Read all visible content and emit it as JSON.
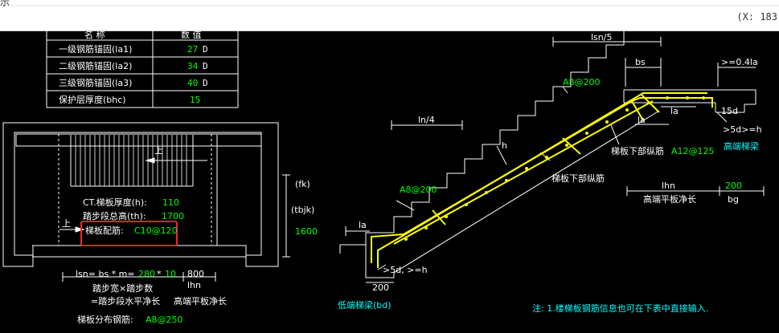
{
  "window": {
    "title_stub": "示",
    "coordinate_readout": "(X: 183"
  },
  "table": {
    "headers": [
      "名 称",
      "数 值"
    ],
    "rows": [
      {
        "name": "一级钢筋锚固(la1)",
        "value": "27",
        "unit": "D"
      },
      {
        "name": "二级钢筋锚固(la2)",
        "value": "34",
        "unit": "D"
      },
      {
        "name": "三级钢筋锚固(la3)",
        "value": "40",
        "unit": "D"
      },
      {
        "name": "保护层厚度(bhc)",
        "value": "15",
        "unit": ""
      }
    ]
  },
  "plan": {
    "up_label_1": "上",
    "up_label_2": "上",
    "thickness_label": "CT.梯板厚度(h):",
    "thickness_value": "110",
    "height_label": "踏步段总高(th):",
    "height_value": "1700",
    "rebar_label": "梯板配筋:",
    "rebar_value": "C10@120",
    "fk_label": "(fk)",
    "tbjk_label": "(tbjk)",
    "side_value": "1600",
    "lsn_formula_prefix": "lsn= bs * m=",
    "bs_value": "280",
    "times": "*",
    "m_value": "10",
    "lhn_value": "800",
    "lhn_label": "lhn",
    "caption_1": "踏步宽×踏步数",
    "caption_2": "=踏步段水平净长",
    "caption_3": "高端平板净长",
    "dist_label": "梯板分布钢筋:",
    "dist_value": "A8@250"
  },
  "section": {
    "lsn5": "lsn/5",
    "bs": "bs",
    "ge04la": ">=0.4la",
    "a8_top": "A8@200",
    "la_1": "la",
    "la_2": "la",
    "d15": "15d",
    "ge5d_h_right": ">5d>=h",
    "high_beam": "高端梯梁",
    "ln4": "ln/4",
    "bottom_long_label": "梯板下部纵筋",
    "bottom_long_value": "A12@125",
    "h_mark": "h",
    "bottom_long_2": "梯板下部纵筋",
    "lhn": "lhn",
    "value_200_right": "200",
    "bg": "bg",
    "high_plate": "高端平板净长",
    "a8_bottom": "A8@200",
    "la_left": "la",
    "ge5d_h_left": ">5d, >=h",
    "value_200_left": "200",
    "low_beam": "低端梯梁(bd)",
    "note": "注: 1.楼梯板钢筋信息也可在下表中直接输入."
  },
  "colors": {
    "white": "#ffffff",
    "green": "#00ff00",
    "yellow": "#ffff00",
    "cyan": "#00ffff",
    "red": "#ff2020"
  }
}
